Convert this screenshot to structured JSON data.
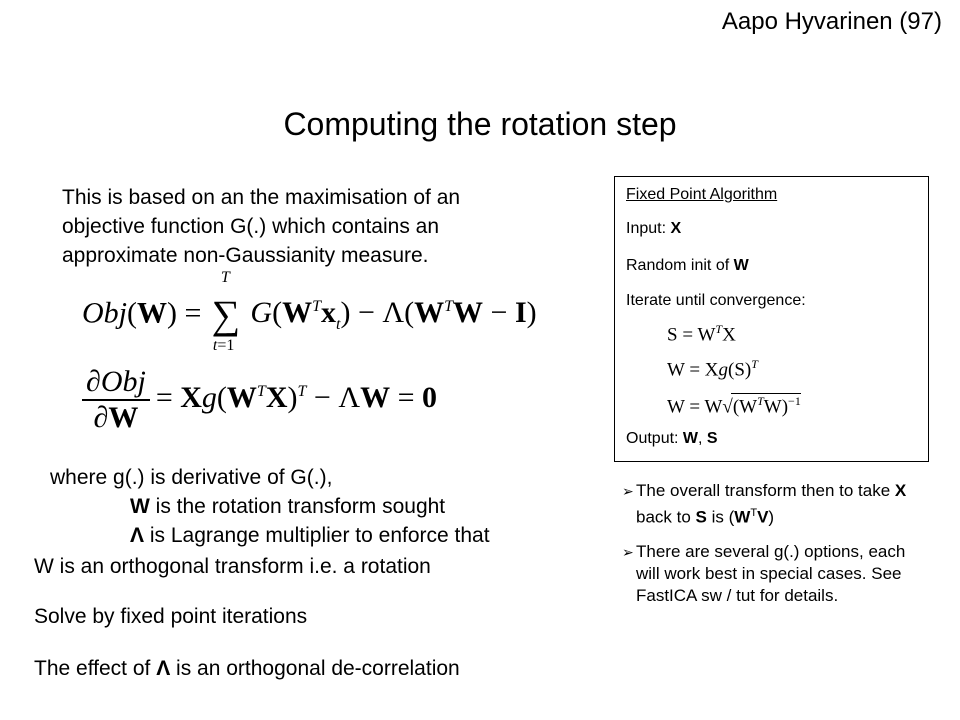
{
  "author": "Aapo Hyvarinen (97)",
  "title": "Computing the rotation step",
  "intro": [
    "This is based on an the maximisation of an",
    "objective function G(.) which contains an",
    "approximate non-Gaussianity measure."
  ],
  "explanation": {
    "where": "where g(.) is derivative of G(.),",
    "w_bold": "W",
    "w_rest": " is the rotation transform sought",
    "lambda_bold": "Λ",
    "lambda_rest": " is Lagrange multiplier to enforce that",
    "orthogonal": "W is an orthogonal transform i.e. a rotation",
    "solve": "Solve by fixed point iterations",
    "effect_pre": "The effect of ",
    "effect_bold": "Λ",
    "effect_post": " is an orthogonal de-correlation"
  },
  "algorithm_box": {
    "heading": "Fixed Point Algorithm",
    "input_label": "Input: ",
    "input_value": "X",
    "init_label": "Random init of ",
    "init_value": "W",
    "iterate": "Iterate until convergence:",
    "output_label": "Output: ",
    "output_w": "W",
    "output_sep": ", ",
    "output_s": "S"
  },
  "bullets": {
    "b1_a": "The overall transform then to take ",
    "b1_x": "X",
    "b1_b": " back to ",
    "b1_s": "S",
    "b1_c": " is (",
    "b1_w": "W",
    "b1_t": "T",
    "b1_v": "V",
    "b1_d": ")",
    "b2": "There are several g(.) options, each will work best in special cases. See FastICA sw / tut for details."
  }
}
